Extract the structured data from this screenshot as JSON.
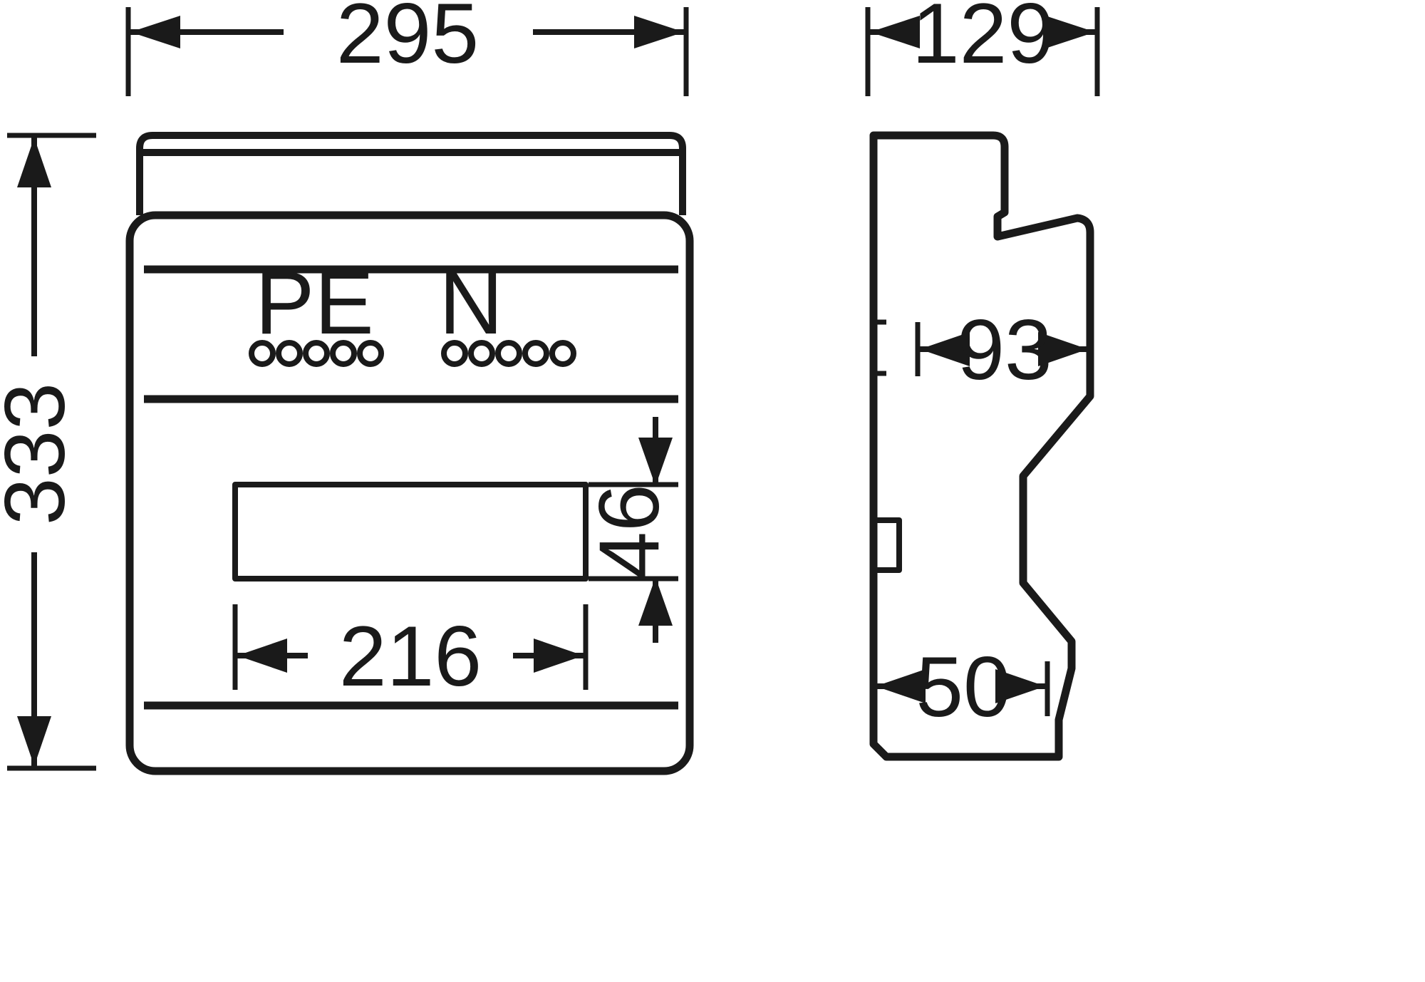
{
  "page": {
    "background": "#ffffff",
    "line_color": "#1a1a1a",
    "drawing_kind": "enclosure dimension drawing, front view and side view"
  },
  "front_view": {
    "terminal_labels": {
      "pe": "PE",
      "n": "N"
    },
    "dimensions": {
      "overall_width_mm": "295",
      "overall_height_mm": "333",
      "cutout_width_mm": "216",
      "cutout_height_mm": "46"
    }
  },
  "side_view": {
    "dimensions": {
      "overall_depth_mm": "129",
      "body_depth_mm": "93",
      "base_depth_mm": "50"
    }
  }
}
